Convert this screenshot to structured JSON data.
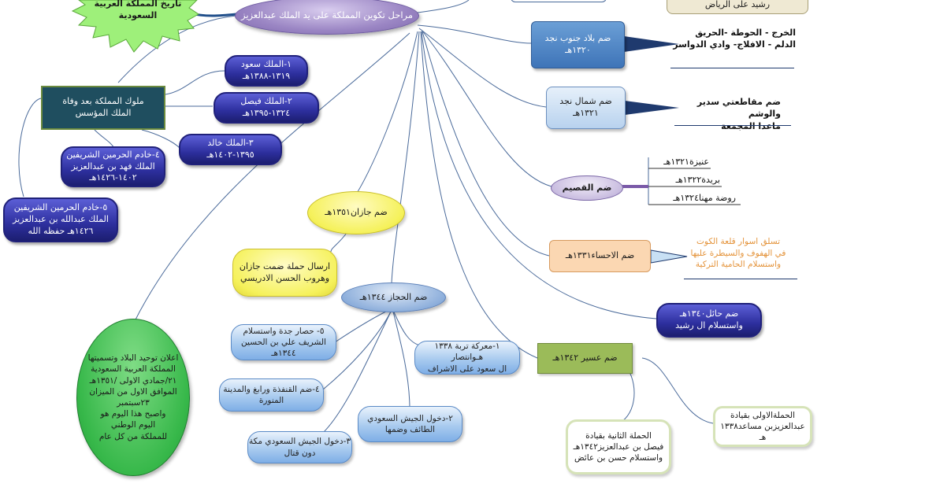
{
  "center": "مراحل تكوين المملكة على يد الملك عبدالعزيز",
  "title_burst": "تاريخ المملكة العربية السعودية",
  "top_right_box": "رشيد على الرياض",
  "kings": {
    "header": "ملوك المملكة بعد وفاة\nالملك المؤسس",
    "saud": "١-الملك سعود\n١٣١٩-١٣٨٨هـ",
    "faisal": "٢-الملك فيصل\n١٣٢٤-١٣٩٥هـ",
    "khalid": "٣-الملك خالد\n١٣٩٥-١٤٠٢هـ",
    "fahd": "٤-خادم الحرمين الشريفين\nالملك فهد بن عبدالعزيز\n١٤٠٢-١٤٢٦هـ",
    "abdullah": "٥-خادم الحرمين الشريفين\nالملك عبدالله بن عبدالعزيز\n١٤٢٦هـ حفظه الله"
  },
  "south_najd": {
    "box": "ضم بلاد جنوب نجد\n١٣٢٠هـ",
    "callout": "الخرج - الحوطة -الحريق\nالدلم - الافلاج- وادي الدواسر"
  },
  "north_najd": {
    "box": "ضم شمال نجد\n١٣٢١هـ",
    "callout": "ضم مقاطعتي سدير والوشم\nماعدا المجمعة"
  },
  "qassim": {
    "box": "ضم القصيم",
    "items": [
      "عنيزة١٣٢١هـ",
      "بريدة١٣٢٢هـ",
      "روضة مهنا١٣٢٤هـ"
    ]
  },
  "ahsa": {
    "box": "ضم الاحساء١٣٣١هـ",
    "callout": "تسلق اسوار قلعة الكوت\nفي الهفوف والسيطرة عليها\nواستسلام الحامية التركية"
  },
  "hail": "ضم حائل١٣٤٠هـ\nواستسلام ال رشيد",
  "asir": {
    "box": "ضم عسير ١٣٤٢هـ",
    "second": "الحملة الثانية بقيادة\nفيصل بن عبدالعزيز١٣٤٢هـ\nواستسلام حسن بن عائض",
    "first": "الحملةالاولى بقيادة\nعبدالعزيزبن مساعد١٣٣٨\nهـ"
  },
  "jazan": {
    "box": "ضم جازان١٣٥١هـ",
    "detail": "ارسال حملة ضمت جازان\nوهروب الحسن الادريسي"
  },
  "hijaz": {
    "box": "ضم الحجاز ١٣٤٤هـ",
    "s1": "١-معركة تربة ١٣٣٨\nهـوانتصار\nال سعود على الاشراف",
    "s2": "٢-دخول الجيش السعودي\nالطائف وضمها",
    "s3": "٣-دخول الجيش السعودي مكة\nدون قتال",
    "s4": "٤-ضم القنفذة ورابغ والمدينة\nالمنورة",
    "s5": "٥- حصار جدة واستسلام\nالشريف علي بن الحسين\n١٣٤٤هـ"
  },
  "unification": "اعلان توحيد البلاد وتسميتها\nالمملكة العربية السعودية\n٢١/جمادي الاولى /١٣٥١هـ\nالموافق الاول من الميزان\n٢٣سبتمبر\nواصبح هذا اليوم هو\nاليوم الوطني\nللمملكة من كل عام",
  "colors": {
    "center": "#9b86c4",
    "navy": "#2d2f9e",
    "teal": "#1f4e5f",
    "jazan": "#f5f15a",
    "green": "#37b84a",
    "ahsa": "#fbd7b2",
    "asir": "#9bbb59"
  }
}
